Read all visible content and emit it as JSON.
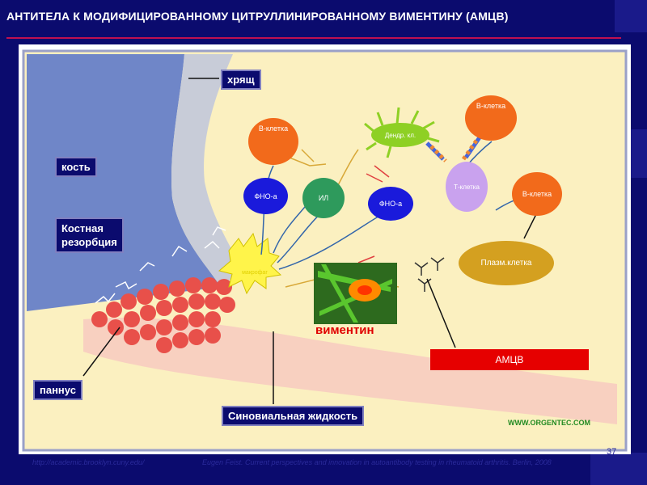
{
  "title": "АНТИТЕЛА К МОДИФИЦИРОВАННОМУ ЦИТРУЛЛИНИРОВАННОМУ ВИМЕНТИНУ (АМЦВ)",
  "labels": {
    "cartilage": "хрящ",
    "bone": "кость",
    "bone_resorption": "Костная\nрезорбция",
    "pannus": "паннус",
    "synovial_fluid": "Синовиальная жидкость"
  },
  "cells": {
    "b_cell_1": "В-клетка",
    "b_cell_2": "В-клетка",
    "b_cell_3": "В-клетка",
    "tnf_1": "ФНО-a",
    "tnf_2": "ФНО-a",
    "il": "ИЛ",
    "dendritic": "Дендр. кл.",
    "t_cell": "Т-клетка",
    "plasma_cell": "Плазм.клетка",
    "macrophage": "макрофаг"
  },
  "vimentin": "виментин",
  "amcv": "АМЦВ",
  "website": "WWW.ORGENTEC.COM",
  "footer": {
    "left": "http://academic.brooklyn.cuny.edu/",
    "right": "Eugen Feist. Current perspectives and innovation in autoantibody testing in rheumatoid arthritis. Berlin, 2008"
  },
  "page_number": "37",
  "colors": {
    "background": "#0b0b6e",
    "bone": "#6f86c8",
    "cartilage": "#c8ccd8",
    "joint": "#fdf3c8",
    "b_cell": "#f26a1b",
    "tnf": "#1a1adb",
    "il": "#2e9a5c",
    "t_cell": "#c9a2ee",
    "plasma": "#d4a020",
    "amcv": "#e60000"
  }
}
